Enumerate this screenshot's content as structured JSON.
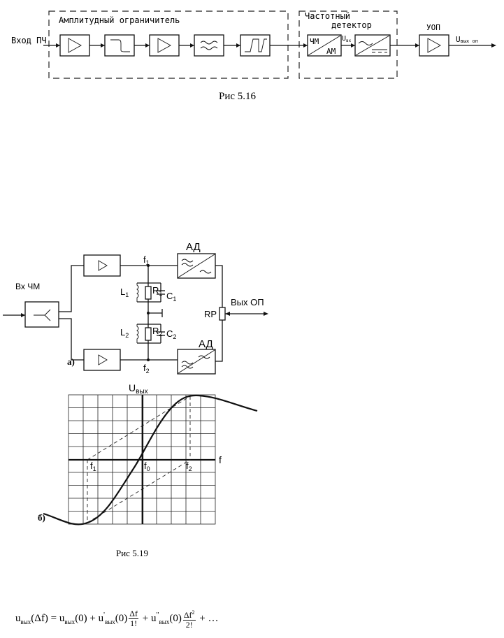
{
  "fig516": {
    "group_limiter": "Амплитудный ограничитель",
    "group_detector_line1": "Частотный",
    "group_detector_line2": "детектор",
    "input_label": "Вход ПЧ",
    "chm": "ЧМ",
    "am": "АМ",
    "u_sub_label": "U",
    "u_sub_sub": "вх",
    "uop_label": "УОП",
    "out_label": "U",
    "out_sub": "вых оп",
    "caption": "Рис 5.16"
  },
  "fig519a": {
    "input_label": "Вх ЧМ",
    "f1": "f",
    "f1_sub": "1",
    "f2": "f",
    "f2_sub": "2",
    "ad_top": "АД",
    "ad_bottom": "АД",
    "L1": "L",
    "L1_sub": "1",
    "R1": "R",
    "R1_sub": "1",
    "C1": "C",
    "C1_sub": "1",
    "L2": "L",
    "L2_sub": "2",
    "R2": "R",
    "R2_sub": "2",
    "C2": "C",
    "C2_sub": "2",
    "rp": "RP",
    "out_label": "Вых ОП",
    "tag": "а)"
  },
  "fig519b": {
    "ylabel": "U",
    "ylabel_sub": "вых",
    "xlabel": "f",
    "f1": "f",
    "f1_sub": "1",
    "f0": "f",
    "f0_sub": "0",
    "f2": "f",
    "f2_sub": "2",
    "tag": "б)"
  },
  "caption519": "Рис 5.19",
  "formula": {
    "u": "u",
    "vyh": "вых",
    "arg": "(Δf) = ",
    "t0": "(0) + ",
    "prime1": "'",
    "t1": "(0)",
    "n1": "Δf",
    "d1": "1!",
    "plus": " + ",
    "prime2": "\"",
    "t2": "(0)",
    "n2": "Δf",
    "pow": "2",
    "d2": "2!",
    "tail": " + …"
  }
}
